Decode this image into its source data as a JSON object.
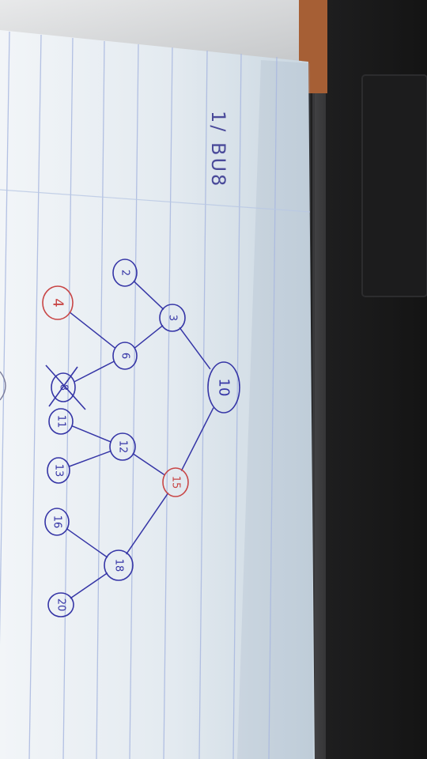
{
  "note": {
    "title": "1/ BU8"
  },
  "tree": {
    "nodes": [
      {
        "id": "n10",
        "label": "10",
        "color": "#3535a6"
      },
      {
        "id": "n3",
        "label": "3",
        "color": "#3535a6"
      },
      {
        "id": "n15",
        "label": "15",
        "color": "#c84545"
      },
      {
        "id": "n2",
        "label": "2",
        "color": "#3535a6"
      },
      {
        "id": "n6",
        "label": "6",
        "color": "#3535a6"
      },
      {
        "id": "n4",
        "label": "4",
        "color": "#c84545"
      },
      {
        "id": "n8",
        "label": "8",
        "color": "#3535a6",
        "crossed_out": true
      },
      {
        "id": "n11",
        "label": "11",
        "color": "#3535a6"
      },
      {
        "id": "n12",
        "label": "12",
        "color": "#3535a6"
      },
      {
        "id": "n13",
        "label": "13",
        "color": "#3535a6"
      },
      {
        "id": "n16",
        "label": "16",
        "color": "#3535a6"
      },
      {
        "id": "n18",
        "label": "18",
        "color": "#3535a6"
      },
      {
        "id": "n20",
        "label": "20",
        "color": "#3535a6"
      }
    ],
    "edges": [
      [
        "n10",
        "n3"
      ],
      [
        "n10",
        "n15"
      ],
      [
        "n3",
        "n2"
      ],
      [
        "n3",
        "n6"
      ],
      [
        "n6",
        "n4"
      ],
      [
        "n6",
        "n8"
      ],
      [
        "n15",
        "n12"
      ],
      [
        "n15",
        "n18"
      ],
      [
        "n12",
        "n11"
      ],
      [
        "n12",
        "n13"
      ],
      [
        "n18",
        "n16"
      ],
      [
        "n18",
        "n20"
      ]
    ]
  },
  "colors": {
    "ink_blue": "#3535a6",
    "ink_red": "#c84545",
    "paper": "#e6edf2",
    "ruled_line": "#a9b8e0",
    "desk_dark": "#1b1a1a"
  }
}
